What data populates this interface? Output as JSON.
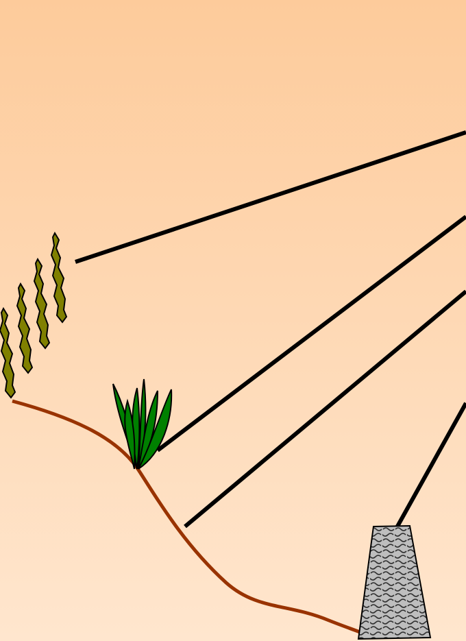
{
  "scene": {
    "background_top": "#FDCB9B",
    "background_bottom": "#FFE6CE",
    "ground_color": "#993300",
    "leader_color": "#000000",
    "shapes": [
      {
        "name": "floating-kelp",
        "fill": "#808000"
      },
      {
        "name": "seagrass-plant",
        "fill": "#008000"
      },
      {
        "name": "reef-block",
        "fill": "#BEBEBE"
      }
    ]
  }
}
